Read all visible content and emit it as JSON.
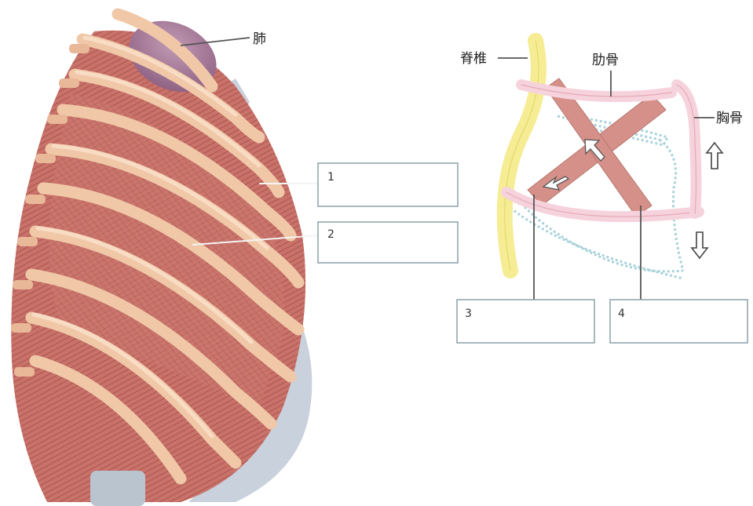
{
  "labels": {
    "lung": "肺",
    "spine": "脊椎",
    "rib": "肋骨",
    "sternum": "胸骨"
  },
  "answer_boxes": [
    {
      "number": "1",
      "answer": ""
    },
    {
      "number": "2",
      "answer": ""
    },
    {
      "number": "3",
      "answer": ""
    },
    {
      "number": "4",
      "answer": ""
    }
  ],
  "colors": {
    "muscle": "#c9726a",
    "rib": "#f0c8a8",
    "lung": "#a7789a",
    "cartilage": "#c9d1dc",
    "spine": "#f6ec93",
    "schematic_rib": "#f6d3dc",
    "exhale_outline": "#a9d2dc"
  },
  "icons": [
    "arrow-up-icon",
    "arrow-down-icon",
    "diagonal-arrow-icon"
  ]
}
